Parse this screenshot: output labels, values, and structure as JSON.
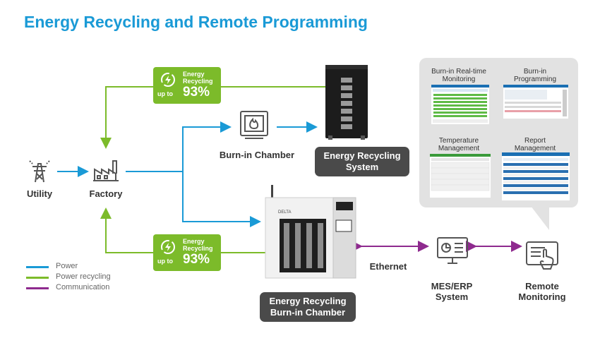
{
  "title": "Energy Recycling and Remote Programming",
  "nodes": {
    "utility": "Utility",
    "factory": "Factory",
    "burnin_chamber": "Burn-in Chamber",
    "energy_recycling_system": "Energy Recycling\nSystem",
    "energy_recycling_burnin_chamber": "Energy Recycling\nBurn-in Chamber",
    "ethernet": "Ethernet",
    "mes_erp": "MES/ERP\nSystem",
    "remote_monitoring": "Remote\nMonitoring"
  },
  "badges": [
    {
      "line1": "Energy",
      "line2": "Recycling",
      "upto": "up to",
      "percent": "93%"
    },
    {
      "line1": "Energy",
      "line2": "Recycling",
      "upto": "up to",
      "percent": "93%"
    }
  ],
  "screens": {
    "burnin_realtime": "Burn-in Real-time\nMonitoring",
    "burnin_programming": "Burn-in\nProgramming",
    "temperature_mgmt": "Temperature\nManagement",
    "report_mgmt": "Report\nManagement"
  },
  "cabinet_brand": "DELTA",
  "legend": [
    {
      "label": "Power",
      "color": "#1a9ad6"
    },
    {
      "label": "Power recycling",
      "color": "#7cbb2a"
    },
    {
      "label": "Communication",
      "color": "#8e2a8e"
    }
  ],
  "colors": {
    "power": "#1a9ad6",
    "recycling": "#7cbb2a",
    "communication": "#8e2a8e",
    "title": "#1a9ad6"
  }
}
